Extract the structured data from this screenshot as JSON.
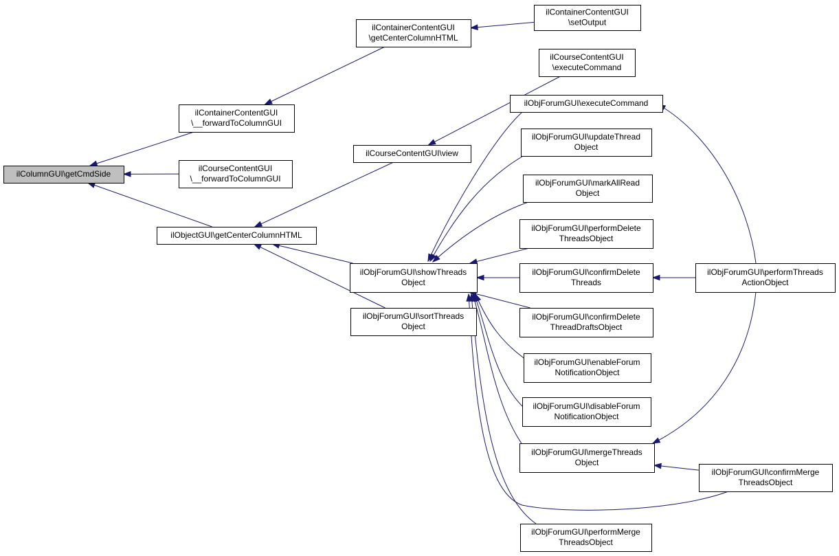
{
  "graph": {
    "nodes": [
      {
        "id": "getCmdSide",
        "lines": [
          "ilColumnGUI\\getCmdSide"
        ],
        "highlight": true
      },
      {
        "id": "containerForward",
        "lines": [
          "ilContainerContentGUI",
          "\\__forwardToColumnGUI"
        ]
      },
      {
        "id": "courseForward",
        "lines": [
          "ilCourseContentGUI",
          "\\__forwardToColumnGUI"
        ]
      },
      {
        "id": "objectGetCenter",
        "lines": [
          "ilObjectGUI\\getCenterColumnHTML"
        ]
      },
      {
        "id": "containerGetCenter",
        "lines": [
          "ilContainerContentGUI",
          "\\getCenterColumnHTML"
        ]
      },
      {
        "id": "containerSetOutput",
        "lines": [
          "ilContainerContentGUI",
          "\\setOutput"
        ]
      },
      {
        "id": "courseExecute",
        "lines": [
          "ilCourseContentGUI",
          "\\executeCommand"
        ]
      },
      {
        "id": "courseView",
        "lines": [
          "ilCourseContentGUI\\view"
        ]
      },
      {
        "id": "showThreads",
        "lines": [
          "ilObjForumGUI\\showThreads",
          "Object"
        ]
      },
      {
        "id": "sortThreads",
        "lines": [
          "ilObjForumGUI\\sortThreads",
          "Object"
        ]
      },
      {
        "id": "forumExecute",
        "lines": [
          "ilObjForumGUI\\executeCommand"
        ]
      },
      {
        "id": "updateThread",
        "lines": [
          "ilObjForumGUI\\updateThread",
          "Object"
        ]
      },
      {
        "id": "markAllRead",
        "lines": [
          "ilObjForumGUI\\markAllRead",
          "Object"
        ]
      },
      {
        "id": "performDeleteThreads",
        "lines": [
          "ilObjForumGUI\\performDelete",
          "ThreadsObject"
        ]
      },
      {
        "id": "confirmDeleteThreads",
        "lines": [
          "ilObjForumGUI\\confirmDelete",
          "Threads"
        ]
      },
      {
        "id": "confirmDeleteDrafts",
        "lines": [
          "ilObjForumGUI\\confirmDelete",
          "ThreadDraftsObject"
        ]
      },
      {
        "id": "enableNotification",
        "lines": [
          "ilObjForumGUI\\enableForum",
          "NotificationObject"
        ]
      },
      {
        "id": "disableNotification",
        "lines": [
          "ilObjForumGUI\\disableForum",
          "NotificationObject"
        ]
      },
      {
        "id": "mergeThreads",
        "lines": [
          "ilObjForumGUI\\mergeThreads",
          "Object"
        ]
      },
      {
        "id": "performMerge",
        "lines": [
          "ilObjForumGUI\\performMerge",
          "ThreadsObject"
        ]
      },
      {
        "id": "performThreadsAction",
        "lines": [
          "ilObjForumGUI\\performThreads",
          "ActionObject"
        ]
      },
      {
        "id": "confirmMerge",
        "lines": [
          "ilObjForumGUI\\confirmMerge",
          "ThreadsObject"
        ]
      }
    ],
    "edges": [
      {
        "from": "containerForward",
        "to": "getCmdSide"
      },
      {
        "from": "courseForward",
        "to": "getCmdSide"
      },
      {
        "from": "objectGetCenter",
        "to": "getCmdSide"
      },
      {
        "from": "containerGetCenter",
        "to": "containerForward"
      },
      {
        "from": "containerSetOutput",
        "to": "containerGetCenter"
      },
      {
        "from": "courseExecute",
        "to": "courseView"
      },
      {
        "from": "courseView",
        "to": "objectGetCenter"
      },
      {
        "from": "showThreads",
        "to": "objectGetCenter"
      },
      {
        "from": "sortThreads",
        "to": "objectGetCenter"
      },
      {
        "from": "forumExecute",
        "to": "showThreads"
      },
      {
        "from": "updateThread",
        "to": "showThreads"
      },
      {
        "from": "markAllRead",
        "to": "showThreads"
      },
      {
        "from": "performDeleteThreads",
        "to": "showThreads"
      },
      {
        "from": "confirmDeleteThreads",
        "to": "showThreads"
      },
      {
        "from": "confirmDeleteDrafts",
        "to": "showThreads"
      },
      {
        "from": "enableNotification",
        "to": "showThreads"
      },
      {
        "from": "disableNotification",
        "to": "showThreads"
      },
      {
        "from": "mergeThreads",
        "to": "showThreads"
      },
      {
        "from": "confirmMerge",
        "to": "showThreads"
      },
      {
        "from": "performMerge",
        "to": "showThreads"
      },
      {
        "from": "performThreadsAction",
        "to": "forumExecute"
      },
      {
        "from": "performThreadsAction",
        "to": "confirmDeleteThreads"
      },
      {
        "from": "performThreadsAction",
        "to": "mergeThreads"
      },
      {
        "from": "confirmMerge",
        "to": "mergeThreads"
      }
    ]
  }
}
